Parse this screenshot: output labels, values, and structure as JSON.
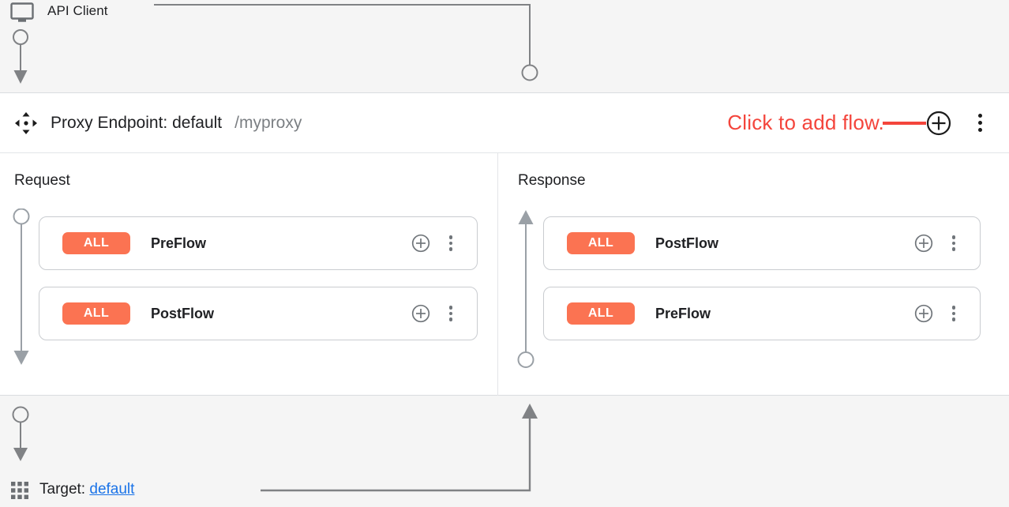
{
  "client": {
    "label": "API Client",
    "icon": "monitor-icon"
  },
  "endpoint": {
    "icon": "move-handle-icon",
    "title": "Proxy Endpoint: default",
    "path": "/myproxy",
    "annotation": {
      "text": "Click to add flow.",
      "color": "#f4453c"
    },
    "add_flow_icon": "circle-plus-icon",
    "menu_icon": "kebab-menu-icon"
  },
  "columns": [
    {
      "title": "Request",
      "direction": "down",
      "flows": [
        {
          "badge": "ALL",
          "name": "PreFlow",
          "add_icon": "circle-plus-icon",
          "menu_icon": "kebab-menu-icon"
        },
        {
          "badge": "ALL",
          "name": "PostFlow",
          "add_icon": "circle-plus-icon",
          "menu_icon": "kebab-menu-icon"
        }
      ]
    },
    {
      "title": "Response",
      "direction": "up",
      "flows": [
        {
          "badge": "ALL",
          "name": "PostFlow",
          "add_icon": "circle-plus-icon",
          "menu_icon": "kebab-menu-icon"
        },
        {
          "badge": "ALL",
          "name": "PreFlow",
          "add_icon": "circle-plus-icon",
          "menu_icon": "kebab-menu-icon"
        }
      ]
    }
  ],
  "target": {
    "icon": "grid-apps-icon",
    "prefix": "Target:",
    "name": "default"
  },
  "colors": {
    "badge": "#fb7352",
    "annotation": "#f4453c",
    "link": "#1a73e8",
    "connector": "#808285",
    "panel_bg": "#ffffff",
    "canvas_bg": "#f5f5f5"
  }
}
